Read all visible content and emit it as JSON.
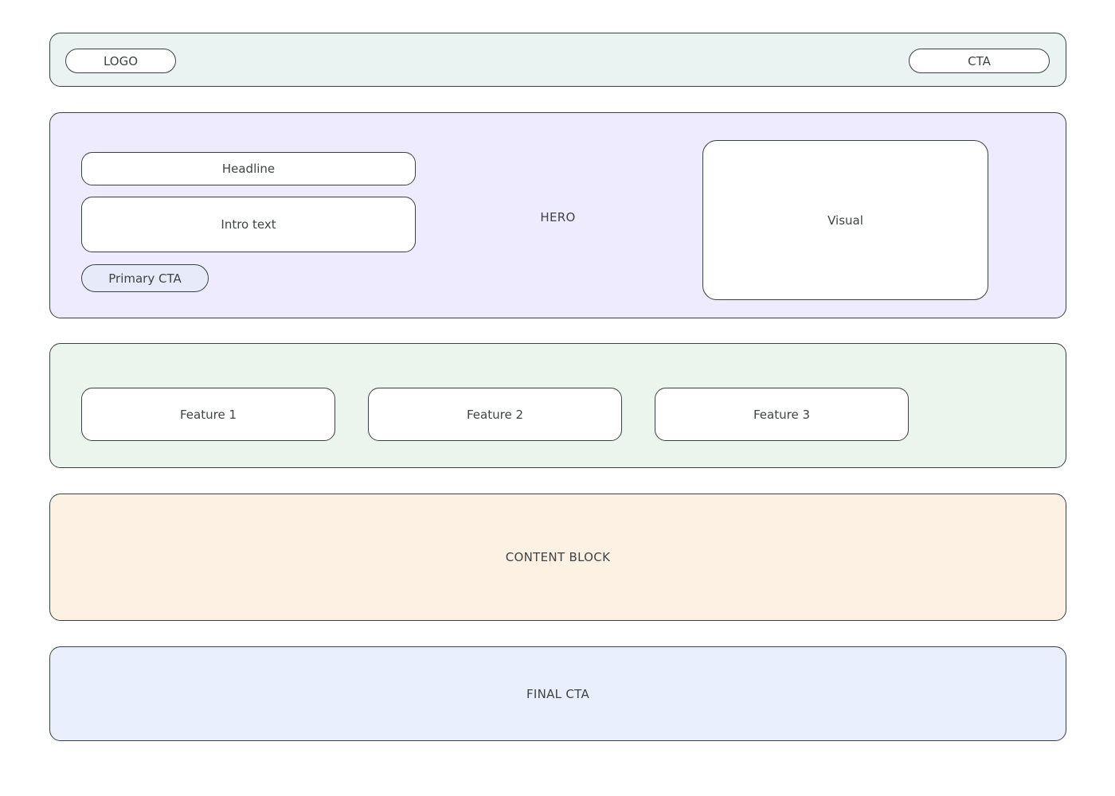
{
  "colors": {
    "border": "#3a4142",
    "text": "#3f4345",
    "topbar_bg": "#ebf3f2",
    "hero_bg": "#edebfd",
    "primary_cta_bg": "#e6eaf9",
    "features_bg": "#ebf5ee",
    "content_bg": "#fdf1e4",
    "final_bg": "#e9effc",
    "card_bg": "#ffffff",
    "page_bg": "#ffffff"
  },
  "topbar": {
    "logo_label": "LOGO",
    "cta_label": "CTA"
  },
  "hero": {
    "section_label": "HERO",
    "headline_label": "Headline",
    "intro_label": "Intro text",
    "primary_cta_label": "Primary CTA",
    "visual_label": "Visual"
  },
  "features": {
    "items": [
      {
        "label": "Feature 1"
      },
      {
        "label": "Feature 2"
      },
      {
        "label": "Feature 3"
      }
    ]
  },
  "content_block": {
    "label": "CONTENT BLOCK"
  },
  "final_cta": {
    "label": "FINAL CTA"
  }
}
